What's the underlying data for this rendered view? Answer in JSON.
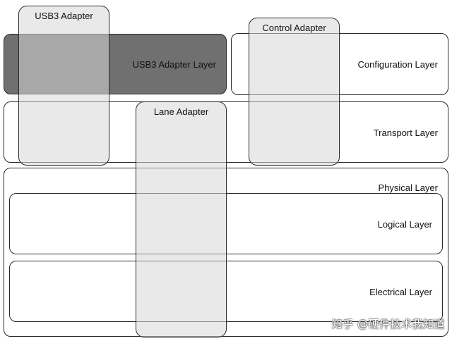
{
  "layers": {
    "usb3_adapter_layer": "USB3 Adapter Layer",
    "configuration_layer": "Configuration Layer",
    "transport_layer": "Transport Layer",
    "physical_layer": "Physical Layer",
    "logical_layer": "Logical Layer",
    "electrical_layer": "Electrical Layer"
  },
  "adapters": {
    "usb3_adapter": "USB3 Adapter",
    "control_adapter": "Control Adapter",
    "lane_adapter": "Lane Adapter"
  },
  "watermark": "知乎 @硬件技术我知道",
  "colors": {
    "usb3_adapter_layer_fill": "#707070",
    "adapter_fill": "#d7d7d7",
    "outline": "#2a2a2a"
  }
}
